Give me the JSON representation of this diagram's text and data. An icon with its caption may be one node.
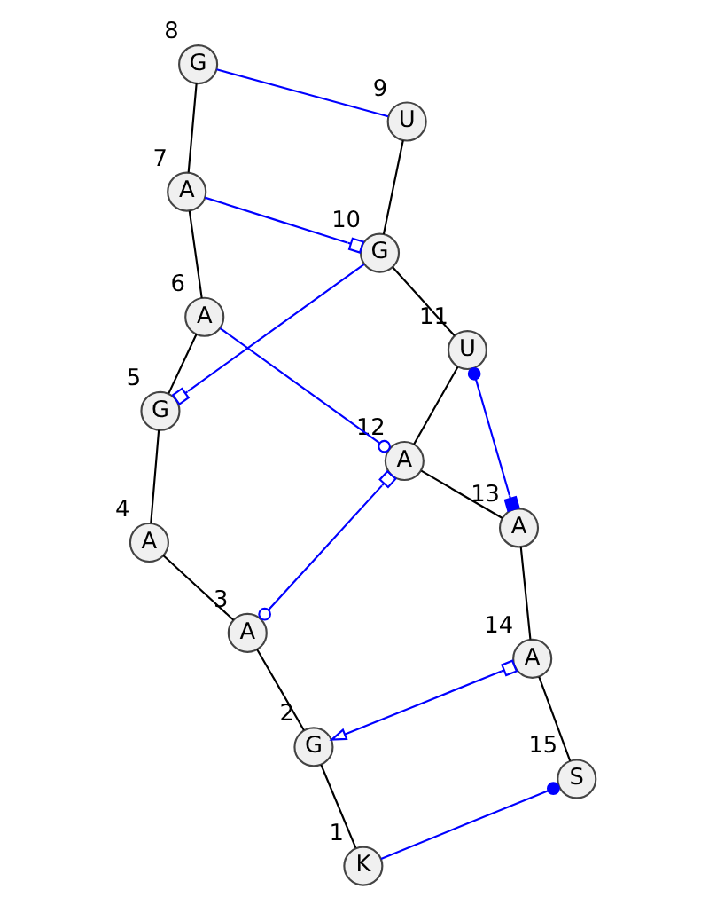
{
  "diagram": {
    "nodes": [
      {
        "text": [
          "K"
        ],
        "beside": [
          "1"
        ]
      },
      {
        "text": [
          "G"
        ],
        "beside": [
          "2"
        ]
      },
      {
        "text": [
          "A"
        ],
        "beside": [
          "3"
        ]
      },
      {
        "text": [
          "A"
        ],
        "beside": [
          "4"
        ]
      },
      {
        "text": [
          "G"
        ],
        "beside": [
          "5"
        ]
      },
      {
        "text": [
          "A"
        ],
        "beside": [
          "6"
        ]
      },
      {
        "text": [
          "A"
        ],
        "beside": [
          "7"
        ]
      },
      {
        "text": [
          "G"
        ],
        "beside": [
          "8"
        ]
      },
      {
        "text": [
          "U"
        ],
        "beside": [
          "9"
        ]
      },
      {
        "text": [
          "G"
        ],
        "beside": [
          "10"
        ]
      },
      {
        "text": [
          "U"
        ],
        "beside": [
          "11"
        ]
      },
      {
        "text": [
          "A"
        ],
        "beside": [
          "12"
        ]
      },
      {
        "text": [
          "A"
        ],
        "beside": [
          "13"
        ]
      },
      {
        "text": [
          "A"
        ],
        "beside": [
          "14"
        ]
      },
      {
        "text": [
          "S"
        ],
        "beside": [
          "15"
        ]
      }
    ],
    "edges": [
      {
        "from": 0,
        "to": 1,
        "arrow": "none"
      },
      {
        "from": 1,
        "to": 2,
        "arrow": "none"
      },
      {
        "from": 2,
        "to": 3,
        "arrow": "none"
      },
      {
        "from": 3,
        "to": 4,
        "arrow": "none"
      },
      {
        "from": 4,
        "to": 5,
        "arrow": "none"
      },
      {
        "from": 5,
        "to": 6,
        "arrow": "none"
      },
      {
        "from": 6,
        "to": 7,
        "arrow": "none"
      },
      {
        "from": 8,
        "to": 9,
        "arrow": "none"
      },
      {
        "from": 9,
        "to": 10,
        "arrow": "none"
      },
      {
        "from": 10,
        "to": 11,
        "arrow": "none"
      },
      {
        "from": 11,
        "to": 12,
        "arrow": "none"
      },
      {
        "from": 12,
        "to": 13,
        "arrow": "none"
      },
      {
        "from": 13,
        "to": 14,
        "arrow": "none"
      },
      {
        "from": 7,
        "to": 8,
        "arrow": "none",
        "color": "#0000ff"
      },
      {
        "from": 6,
        "to": 9,
        "arrow": "other",
        "color": "#0000ff"
      },
      {
        "from": 4,
        "to": 9,
        "arrow": "other",
        "color": "#0000ff"
      },
      {
        "from": 5,
        "to": 11,
        "arrow": "other",
        "color": "#0000ff"
      },
      {
        "from": 2,
        "to": 11,
        "arrow": "other",
        "color": "#0000ff"
      },
      {
        "from": 10,
        "to": 12,
        "arrow": "other",
        "color": "#0000ff"
      },
      {
        "from": 13,
        "to": 1,
        "arrow": "to",
        "color": "#0000ff"
      },
      {
        "from": 0,
        "to": 14,
        "arrow": "other",
        "color": "#0000ff"
      }
    ]
  }
}
